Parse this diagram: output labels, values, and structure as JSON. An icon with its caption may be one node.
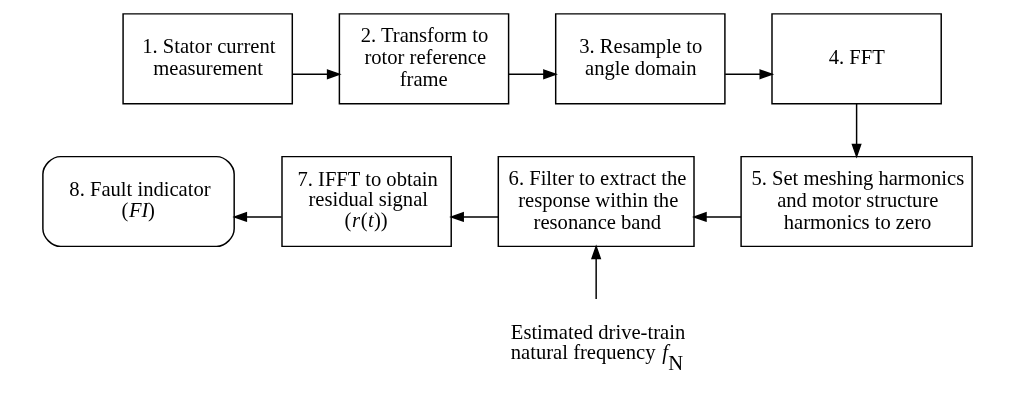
{
  "diagram": {
    "nodes": [
      {
        "text": [
          "1. Stator current measurement"
        ]
      },
      {
        "text": [
          "2. Transform to rotor reference frame"
        ]
      },
      {
        "text": [
          "3. Resample to angle domain"
        ]
      },
      {
        "text": [
          "4. FFT"
        ]
      },
      {
        "text": [
          "5. Set meshing harmonics and motor structure harmonics to zero"
        ]
      },
      {
        "text": [
          "6. Filter to extract the response within the resonance band"
        ]
      },
      {
        "text": [
          "7. IFFT to obtain residual signal (*r*(*t*))"
        ]
      },
      {
        "text": [
          "8. Fault indicator (*FI*)"
        ]
      },
      {
        "text": [
          "Estimated drive-train natural frequency *f*$_{N}$"
        ]
      }
    ],
    "edges": [
      {
        "from": 0,
        "to": 1,
        "arrow": "to"
      },
      {
        "from": 1,
        "to": 2,
        "arrow": "to"
      },
      {
        "from": 2,
        "to": 3,
        "arrow": "to"
      },
      {
        "from": 3,
        "to": 4,
        "arrow": "to"
      },
      {
        "from": 4,
        "to": 5,
        "arrow": "to"
      },
      {
        "from": 5,
        "to": 6,
        "arrow": "to"
      },
      {
        "from": 6,
        "to": 7,
        "arrow": "to"
      },
      {
        "from": 8,
        "to": 5,
        "arrow": "to"
      }
    ]
  }
}
